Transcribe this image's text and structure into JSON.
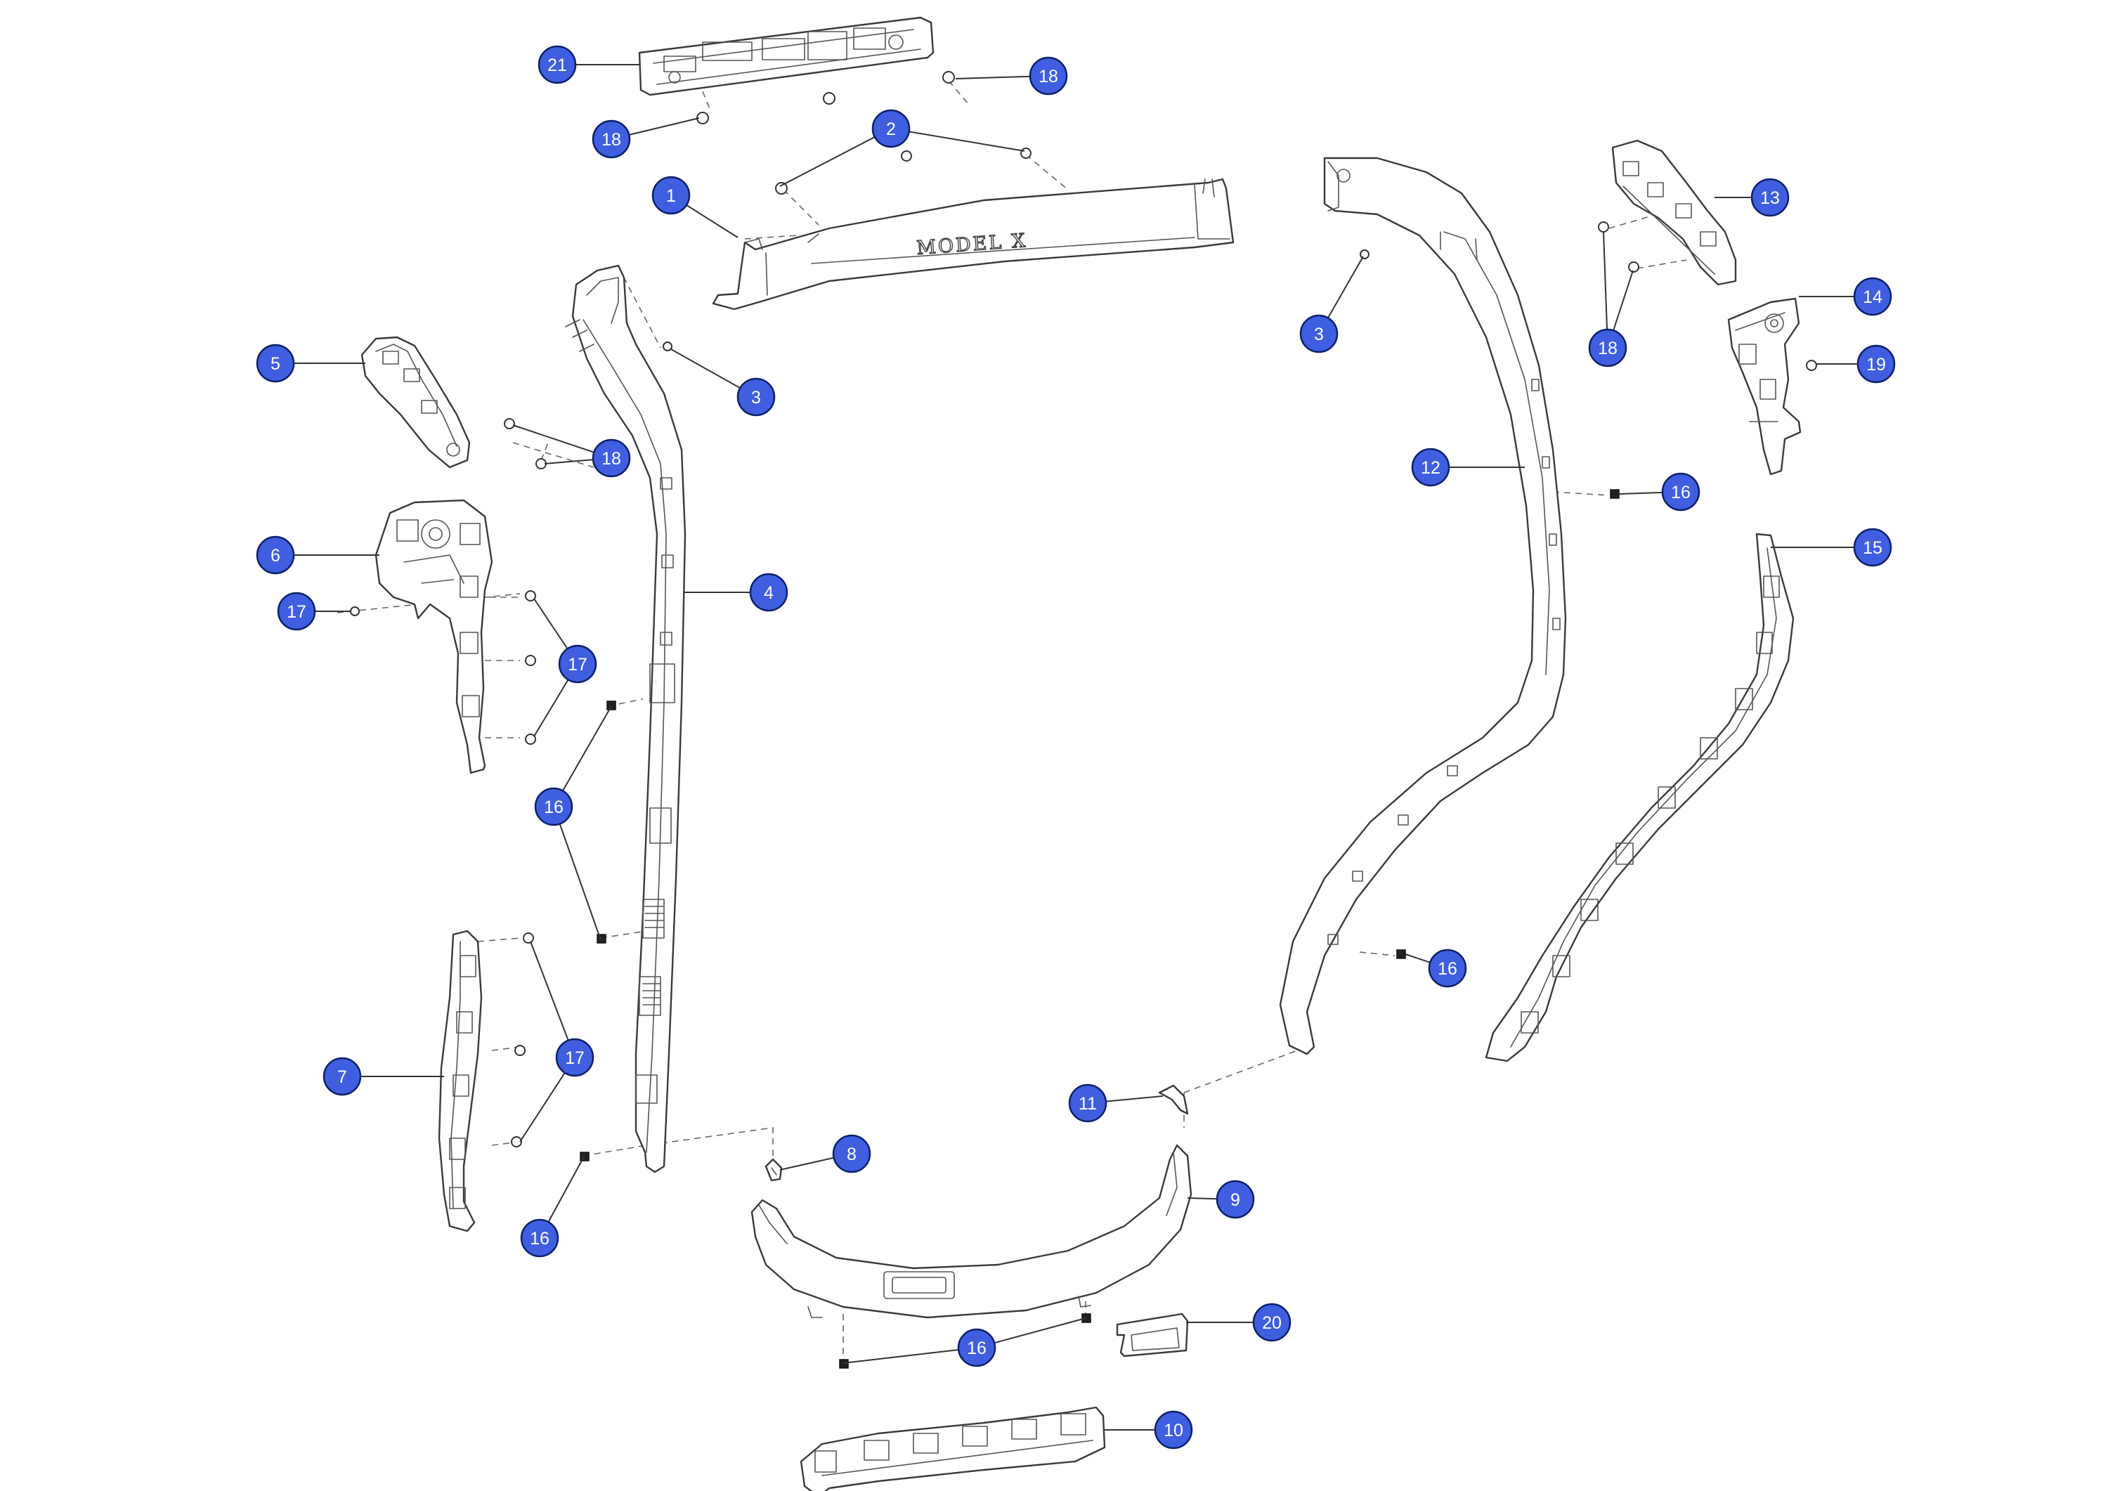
{
  "diagram": {
    "badge_text": "MODEL X",
    "callout_color": "#3f5fe0",
    "callouts": [
      {
        "id": "c21a",
        "label": "21"
      },
      {
        "id": "c18a",
        "label": "18"
      },
      {
        "id": "c18b",
        "label": "18"
      },
      {
        "id": "c2",
        "label": "2"
      },
      {
        "id": "c1",
        "label": "1"
      },
      {
        "id": "c3a",
        "label": "3"
      },
      {
        "id": "c3b",
        "label": "3"
      },
      {
        "id": "c5",
        "label": "5"
      },
      {
        "id": "c18c",
        "label": "18"
      },
      {
        "id": "c6",
        "label": "6"
      },
      {
        "id": "c17a",
        "label": "17"
      },
      {
        "id": "c17b",
        "label": "17"
      },
      {
        "id": "c4",
        "label": "4"
      },
      {
        "id": "c16a",
        "label": "16"
      },
      {
        "id": "c7",
        "label": "7"
      },
      {
        "id": "c17c",
        "label": "17"
      },
      {
        "id": "c16b",
        "label": "16"
      },
      {
        "id": "c8",
        "label": "8"
      },
      {
        "id": "c9",
        "label": "9"
      },
      {
        "id": "c11",
        "label": "11"
      },
      {
        "id": "c16c",
        "label": "16"
      },
      {
        "id": "c20",
        "label": "20"
      },
      {
        "id": "c10",
        "label": "10"
      },
      {
        "id": "c12",
        "label": "12"
      },
      {
        "id": "c13",
        "label": "13"
      },
      {
        "id": "c18d",
        "label": "18"
      },
      {
        "id": "c14",
        "label": "14"
      },
      {
        "id": "c19",
        "label": "19"
      },
      {
        "id": "c16d",
        "label": "16"
      },
      {
        "id": "c15",
        "label": "15"
      },
      {
        "id": "c16e",
        "label": "16"
      }
    ]
  }
}
